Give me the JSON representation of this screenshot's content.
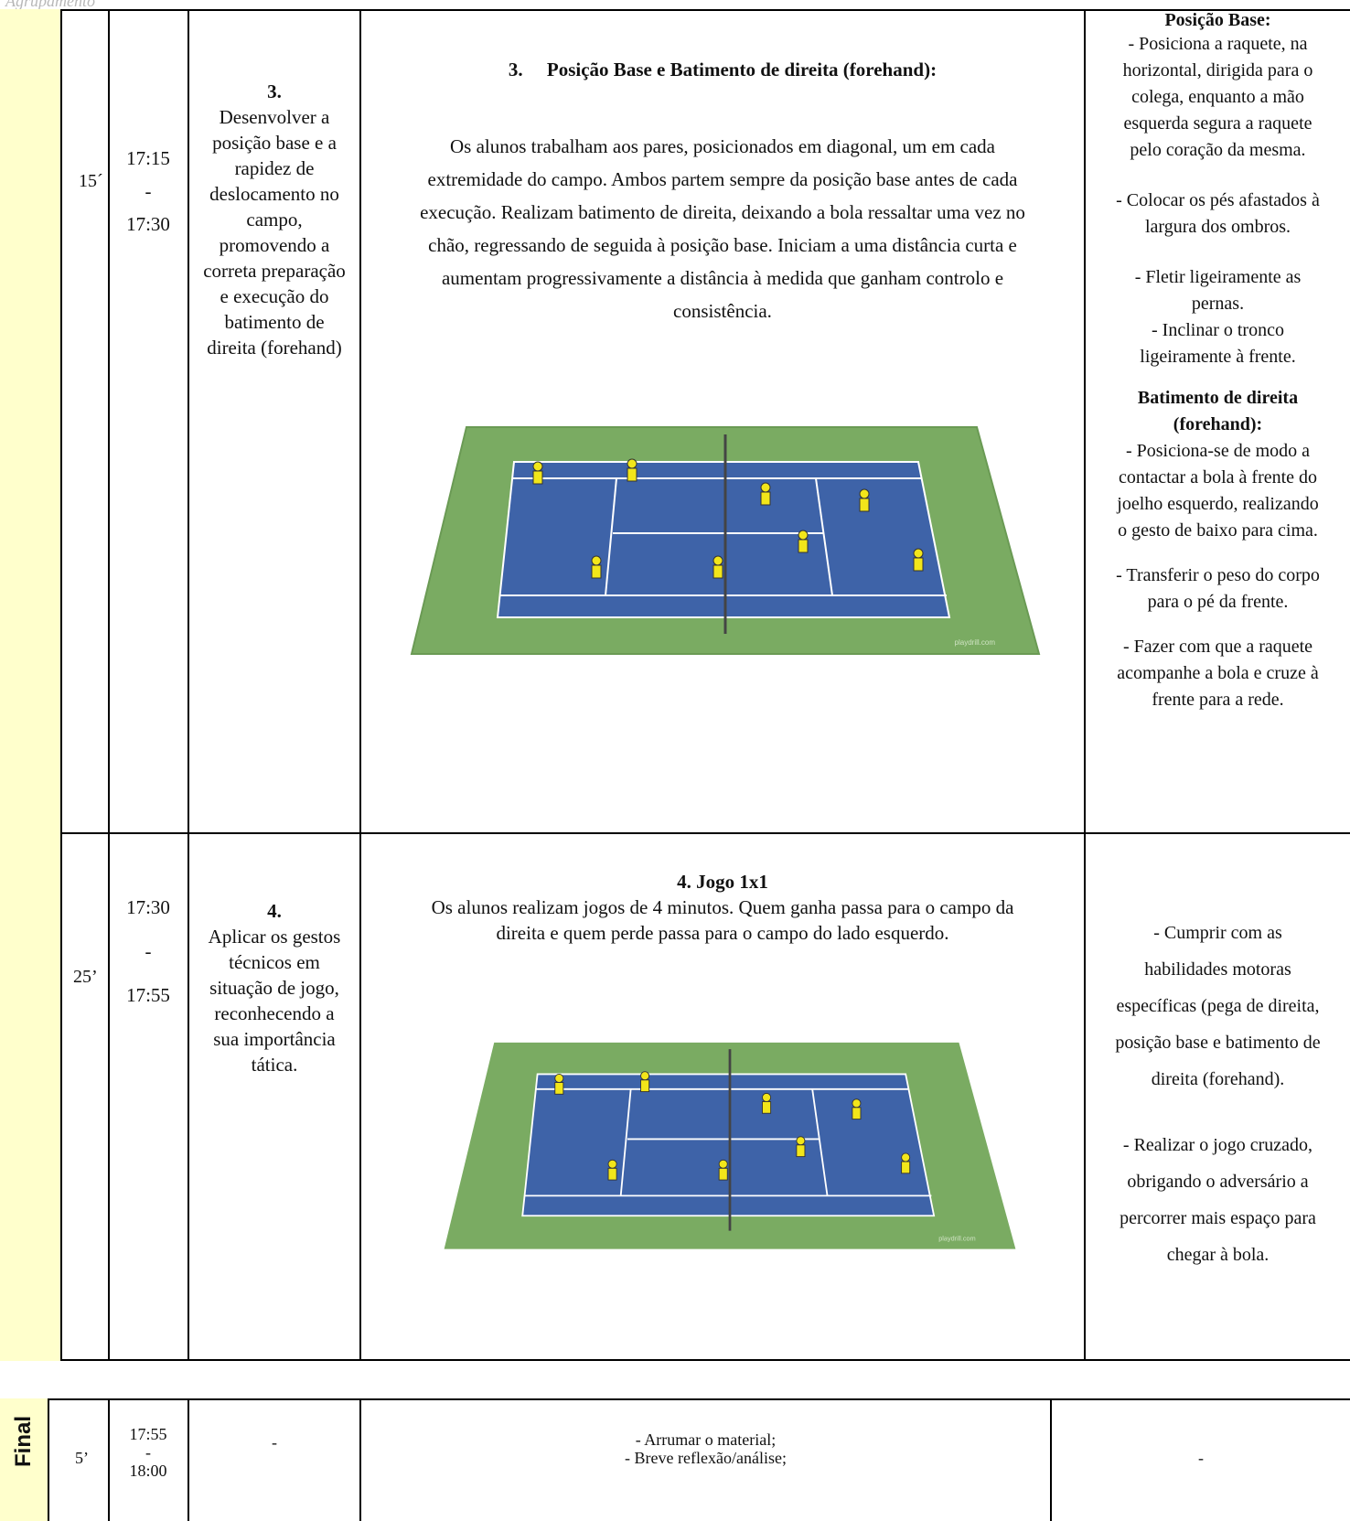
{
  "logo_text": "Agrupamento",
  "main_block": {
    "rows": [
      {
        "duration": "15´",
        "time_start": "17:15",
        "time_sep": "-",
        "time_end": "17:30",
        "objective_number": "3.",
        "objective_lines": [
          "Desenvolver a",
          "posição base e a",
          "rapidez de",
          "deslocamento no",
          "campo,",
          "promovendo a",
          "correta preparação",
          "e execução do",
          "batimento de",
          "direita (forehand)"
        ],
        "task_title": "3.     Posição Base e Batimento de direita (forehand):",
        "task_lines": [
          "Os alunos trabalham aos pares, posicionados em diagonal, um em cada",
          "extremidade do campo. Ambos partem sempre da posição base antes de cada",
          "execução. Realizam batimento de direita, deixando a bola ressaltar uma vez no",
          "chão, regressando de seguida à posição base. Iniciam a uma distância curta e",
          "aumentam progressivamente a distância à medida que ganham controlo e",
          "consistência."
        ],
        "criteria": [
          {
            "type": "title",
            "text": "Posição Base:"
          },
          {
            "type": "text",
            "text": "- Posiciona a raquete, na"
          },
          {
            "type": "text",
            "text": "horizontal, dirigida para o"
          },
          {
            "type": "text",
            "text": "colega, enquanto a mão"
          },
          {
            "type": "text",
            "text": "esquerda segura a raquete"
          },
          {
            "type": "text",
            "text": "pelo coração da mesma."
          },
          {
            "type": "text",
            "text": "- Colocar os pés afastados à"
          },
          {
            "type": "text",
            "text": "largura dos ombros."
          },
          {
            "type": "text",
            "text": "- Fletir ligeiramente as"
          },
          {
            "type": "text",
            "text": "pernas."
          },
          {
            "type": "text",
            "text": "- Inclinar o tronco"
          },
          {
            "type": "text",
            "text": "ligeiramente à frente."
          },
          {
            "type": "title",
            "text": "Batimento de direita"
          },
          {
            "type": "title",
            "text": "(forehand):"
          },
          {
            "type": "text",
            "text": "- Posiciona-se de modo a"
          },
          {
            "type": "text",
            "text": "contactar a bola à frente do"
          },
          {
            "type": "text",
            "text": "joelho esquerdo, realizando"
          },
          {
            "type": "text",
            "text": "o gesto de baixo para cima."
          },
          {
            "type": "text",
            "text": "- Transferir o peso do corpo"
          },
          {
            "type": "text",
            "text": "para o pé da frente."
          },
          {
            "type": "text",
            "text": "- Fazer com que a raquete"
          },
          {
            "type": "text",
            "text": "acompanhe a bola e cruze à"
          },
          {
            "type": "text",
            "text": "frente para a rede."
          }
        ],
        "court_watermark": "playdrill.com"
      },
      {
        "duration": "25’",
        "time_start": "17:30",
        "time_sep": "-",
        "time_end": "17:55",
        "objective_number": "4.",
        "objective_lines": [
          "Aplicar os gestos",
          "técnicos em",
          "situação de jogo,",
          "reconhecendo a",
          "sua importância",
          "tática."
        ],
        "task_title": "4. Jogo 1x1",
        "task_lines": [
          "Os alunos realizam jogos de 4 minutos. Quem ganha passa para o campo da",
          "direita e quem perde passa para o campo do lado esquerdo."
        ],
        "criteria": [
          {
            "type": "text",
            "text": "- Cumprir com as"
          },
          {
            "type": "text",
            "text": "habilidades motoras"
          },
          {
            "type": "text",
            "text": "específicas (pega de direita,"
          },
          {
            "type": "text",
            "text": "posição base e batimento de"
          },
          {
            "type": "text",
            "text": "direita (forehand)."
          },
          {
            "type": "text",
            "text": "- Realizar o jogo cruzado,"
          },
          {
            "type": "text",
            "text": "obrigando o adversário a"
          },
          {
            "type": "text",
            "text": "percorrer mais espaço para"
          },
          {
            "type": "text",
            "text": "chegar à bola."
          }
        ],
        "court_watermark": "playdrill.com"
      }
    ]
  },
  "final_block": {
    "phase_label": "Final",
    "duration": "5’",
    "time_start": "17:55",
    "time_sep": "-",
    "time_end": "18:00",
    "objective": "-",
    "task_lines": [
      "- Arrumar o material;",
      "- Breve reflexão/análise;"
    ],
    "criteria": "-"
  },
  "colors": {
    "phase_bg": "#ffffcc",
    "court_surround": "#7aab62",
    "court_blue": "#3e63a8",
    "court_line": "#ffffff",
    "player_yellow": "#f2e61a",
    "net_dark": "#444444"
  }
}
